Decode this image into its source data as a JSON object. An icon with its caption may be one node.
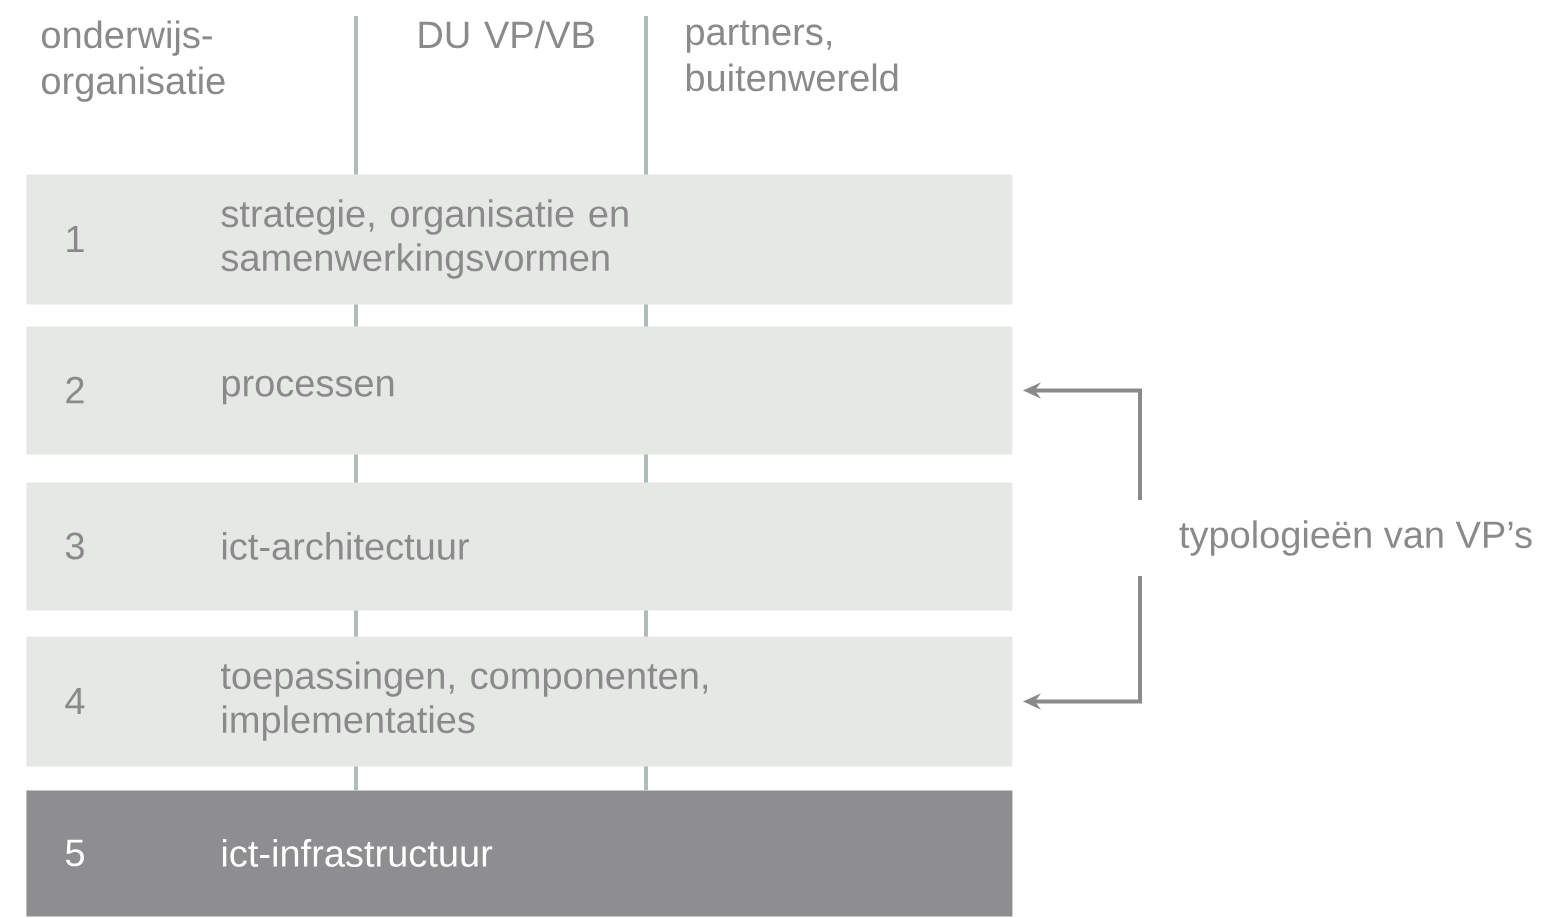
{
  "diagram": {
    "nodes": [
      {
        "text": [
          "1",
          "strategie, organisatie en samenwerkingsvormen"
        ]
      },
      {
        "text": [
          "2",
          "processen"
        ]
      },
      {
        "text": [
          "3",
          "ict-architectuur"
        ]
      },
      {
        "text": [
          "4",
          "toepassingen, componenten, implementaties"
        ]
      },
      {
        "text": [
          "5",
          "ict-infrastructuur"
        ]
      },
      {
        "text": [
          "typologieën van VP’s"
        ]
      }
    ],
    "edges": [
      {
        "from": 5,
        "to": 1,
        "arrow": "to"
      },
      {
        "from": 5,
        "to": 3,
        "arrow": "to"
      }
    ],
    "labels": [
      "onderwijs-organisatie",
      "DU VP/VB",
      "partners, buitenwereld"
    ]
  }
}
